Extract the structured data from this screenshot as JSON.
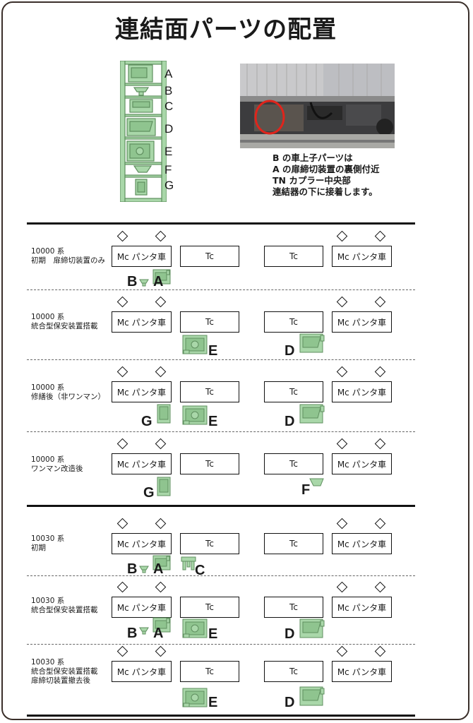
{
  "title": "連結面パーツの配置",
  "letters": [
    "A",
    "B",
    "C",
    "D",
    "E",
    "F",
    "G"
  ],
  "note_lines": [
    "B の車上子パーツは",
    "A の扉締切装置の裏側付近",
    "TN カプラー中央部",
    "連結器の下に接着します。"
  ],
  "car_labels": {
    "mc": "Mc パンタ車",
    "tc": "Tc"
  },
  "rows": [
    {
      "label": [
        "10000 系",
        "初期　扉締切装置のみ"
      ],
      "parts": [
        "B",
        "A"
      ]
    },
    {
      "label": [
        "10000 系",
        "統合型保安装置搭載"
      ],
      "parts": [
        "E",
        "D"
      ]
    },
    {
      "label": [
        "10000 系",
        "修繕後（非ワンマン）"
      ],
      "parts": [
        "G",
        "E",
        "D"
      ]
    },
    {
      "label": [
        "10000 系",
        "ワンマン改造後"
      ],
      "parts": [
        "G",
        "F"
      ]
    },
    {
      "label": [
        "10030 系",
        "初期"
      ],
      "parts": [
        "B",
        "A",
        "C"
      ]
    },
    {
      "label": [
        "10030 系",
        "統合型保安装置搭載"
      ],
      "parts": [
        "B",
        "A",
        "E",
        "D"
      ]
    },
    {
      "label": [
        "10030 系",
        "統合型保安装置搭載",
        "扉締切装置撤去後"
      ],
      "parts": [
        "E",
        "D"
      ]
    }
  ],
  "colors": {
    "part_fill": "#a9d7a9",
    "part_stroke": "#5f8f5f",
    "highlight": "#e0241b",
    "frame": "#3a2f2a"
  }
}
